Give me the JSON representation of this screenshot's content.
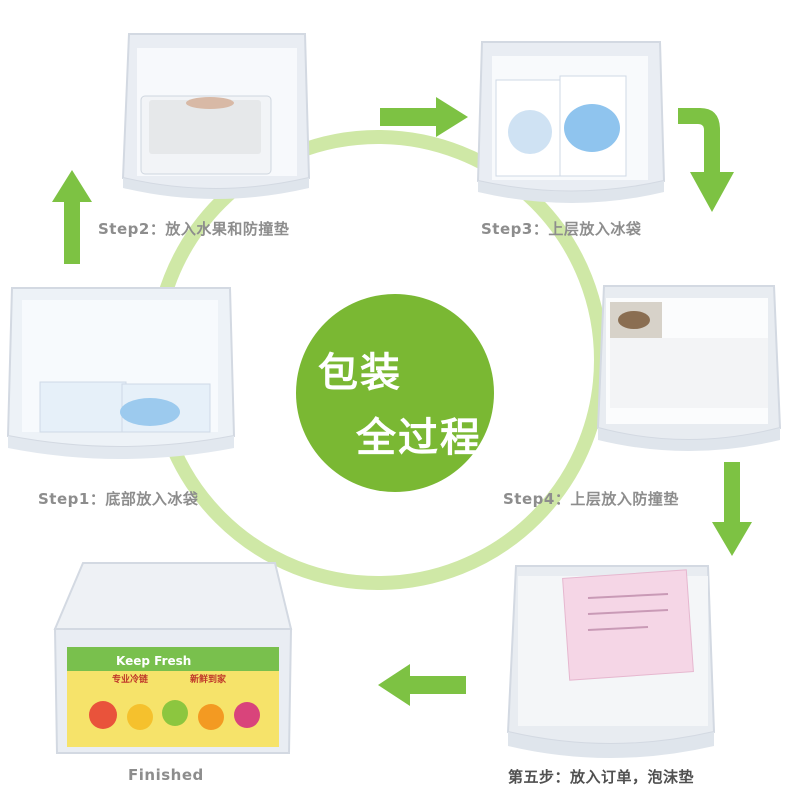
{
  "center": {
    "line1": "包装",
    "line2": "全过程"
  },
  "steps": [
    {
      "label": "Step2：放入水果和防撞垫"
    },
    {
      "label": "Step3：上层放入冰袋"
    },
    {
      "label": "Step4：上层放入防撞垫"
    },
    {
      "label": "第五步：放入订单，泡沫垫"
    },
    {
      "label": "Finished"
    },
    {
      "label": "Step1：底部放入冰袋"
    }
  ],
  "finished_box": {
    "banner": "Keep Fresh",
    "sub1": "专业冷链",
    "sub2": "新鲜到家"
  },
  "colors": {
    "ring": "#cfe8a6",
    "center": "#7ab833",
    "arrow": "#7dc243",
    "label_gray": "#8d8d8d",
    "label_dark": "#505050"
  }
}
